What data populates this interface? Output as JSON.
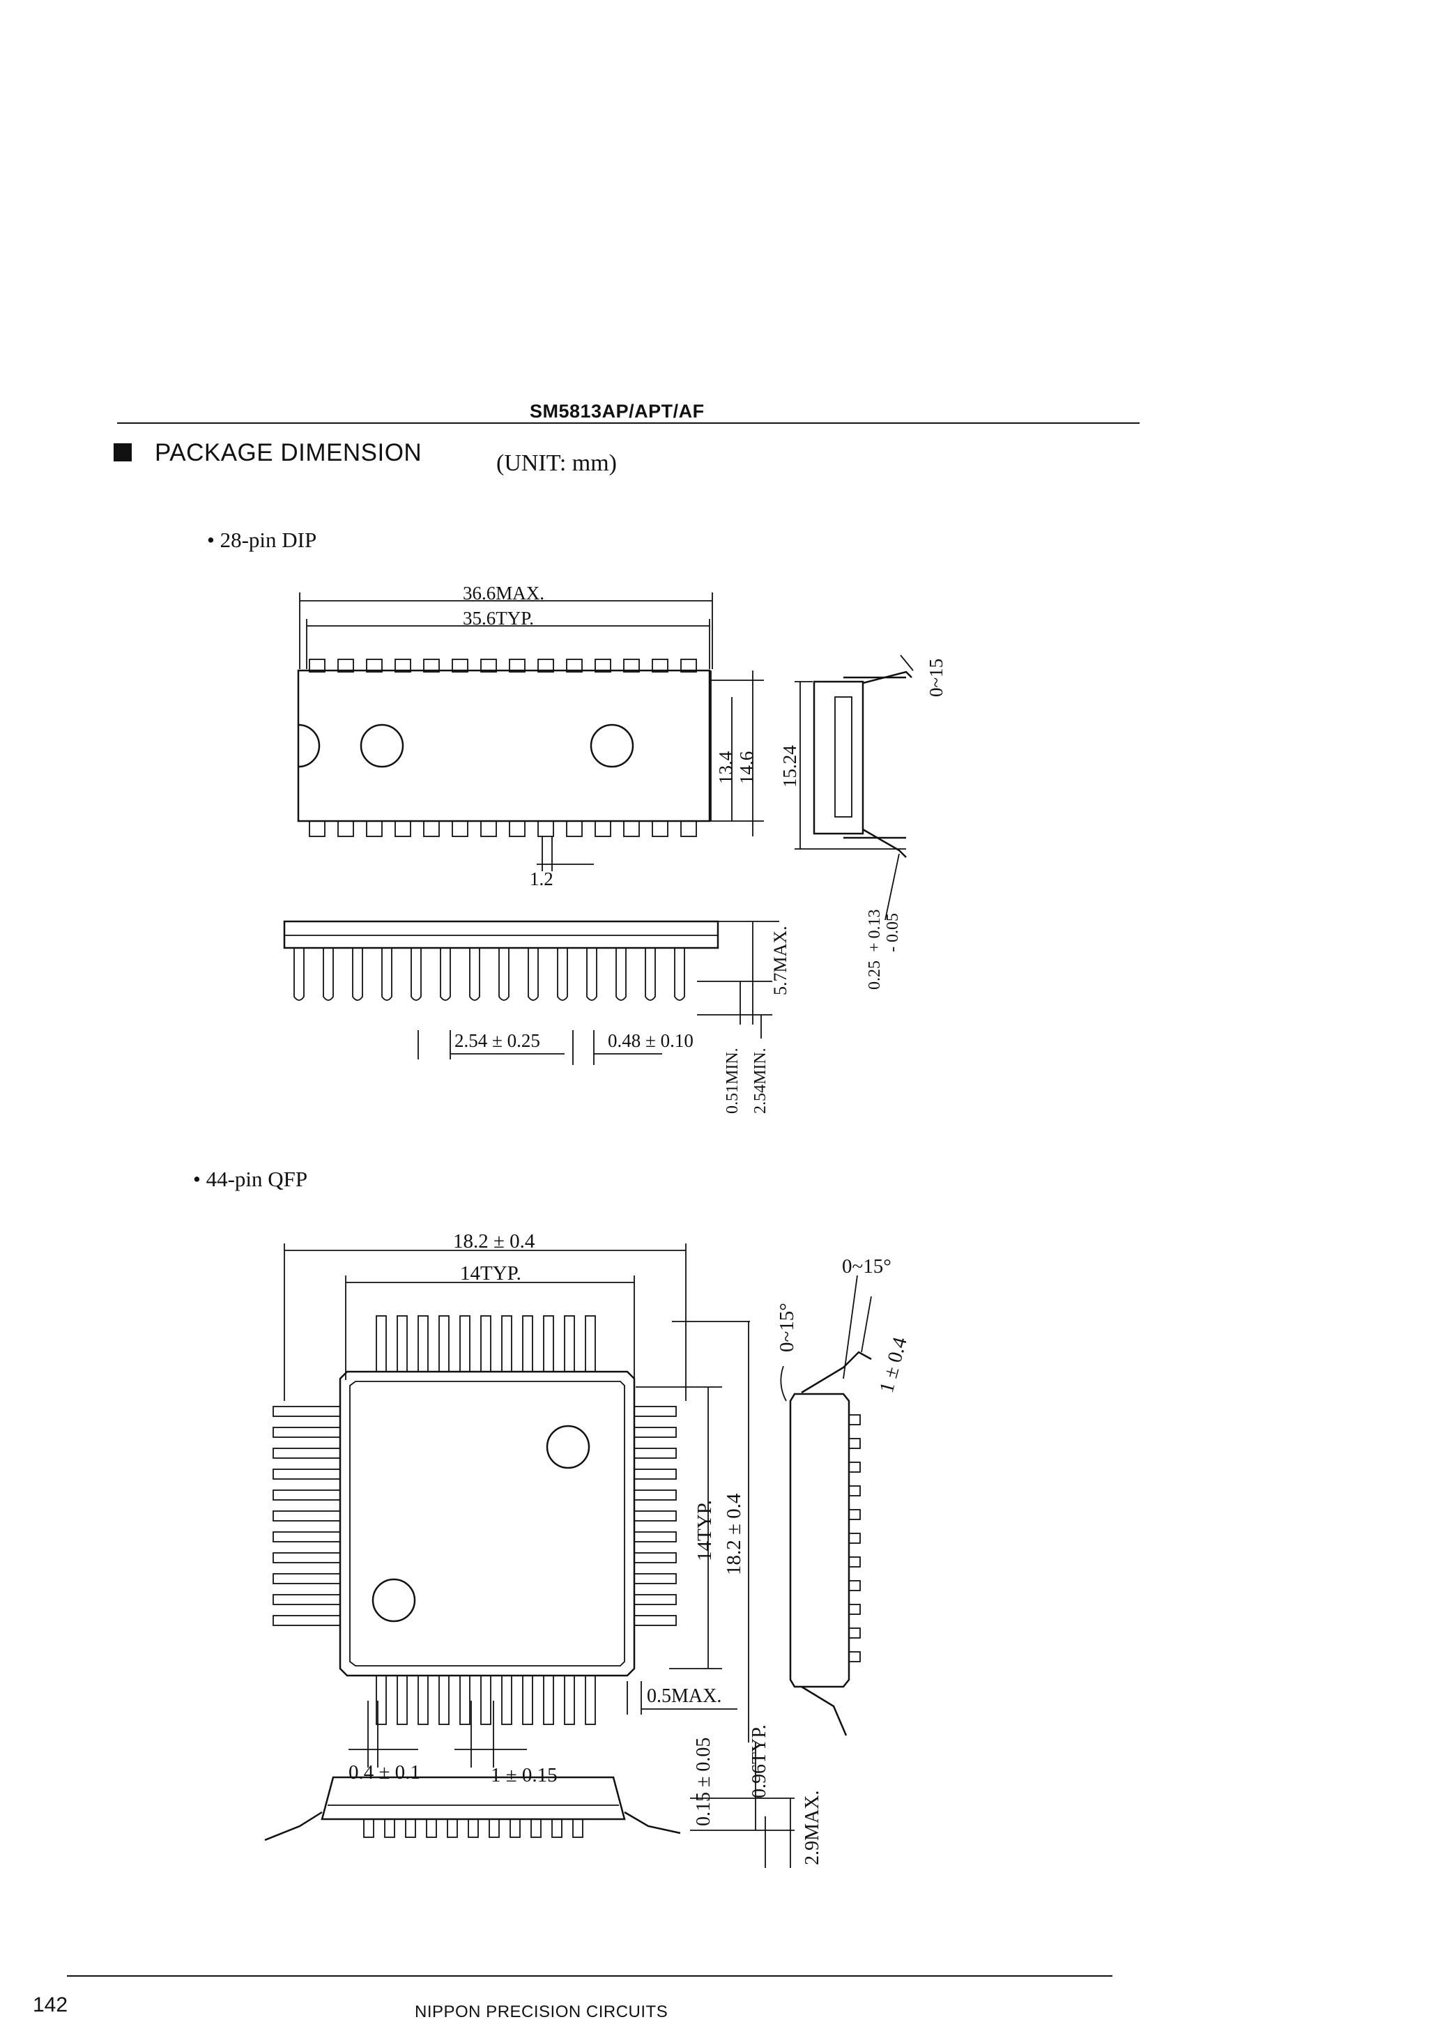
{
  "header": {
    "doc_id": "SM5813AP/APT/AF",
    "section_title": "PACKAGE DIMENSION",
    "unit": "(UNIT: mm)"
  },
  "dip": {
    "label": "• 28-pin DIP",
    "max_length": "36.6MAX.",
    "typ_length": "35.6TYP.",
    "body_width_inner": "13.4",
    "body_width_outer": "14.6",
    "row_spacing": "15.24",
    "lead_angle": "0~15",
    "pitch_callout": "1.2",
    "height_max": "5.7MAX.",
    "lead_pitch": "2.54 ± 0.25",
    "lead_width": "0.48 ± 0.10",
    "standoff_min": "0.51MIN.",
    "lead_len_min": "2.54MIN.",
    "lead_thick": "0.25",
    "lead_thick_tol_plus": "+ 0.13",
    "lead_thick_tol_minus": "- 0.05"
  },
  "qfp": {
    "label": "• 44-pin QFP",
    "outer_size": "18.2 ± 0.4",
    "body_size": "14TYP.",
    "body_size_v": "14TYP.",
    "outer_size_v": "18.2 ± 0.4",
    "angle_side": "0~15°",
    "angle_top": "0~15°",
    "lead_len": "1 ± 0.4",
    "corner_max": "0.5MAX.",
    "lead_width": "0.4 ± 0.1",
    "lead_pitch": "1 ± 0.15",
    "lead_thick": "0.15 ± 0.05",
    "standoff": "0.96TYP.",
    "height_max": "2.9MAX."
  },
  "footer": {
    "page_number": "142",
    "company": "NIPPON PRECISION CIRCUITS"
  }
}
